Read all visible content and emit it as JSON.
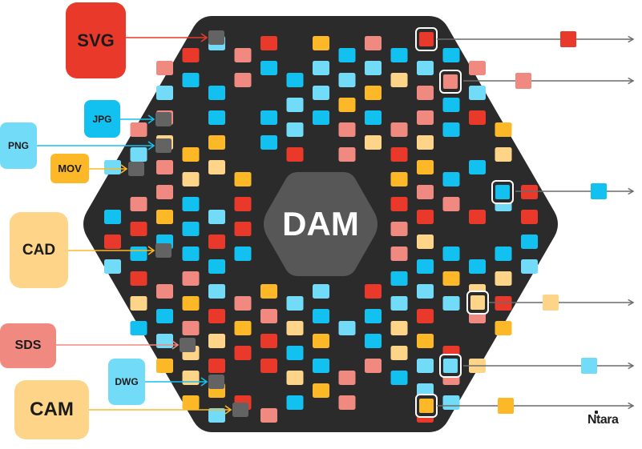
{
  "diagram": {
    "center_label": "DAM",
    "brand": "Ntara",
    "colors": {
      "hex_bg": "#2b2b2b",
      "center_hex": "#575757",
      "dot": "#636363",
      "red": "#e8392a",
      "salmon": "#f08a80",
      "blue": "#13c1f0",
      "light_blue": "#72dcf8",
      "yellow": "#fdb827",
      "cream": "#fed588",
      "output_arrow": "#6c6c6c"
    },
    "inputs": [
      {
        "label": "SVG",
        "color": "#e8392a",
        "line": "#e8392a"
      },
      {
        "label": "JPG",
        "color": "#13c1f0",
        "line": "#13c1f0"
      },
      {
        "label": "PNG",
        "color": "#72dcf8",
        "line": "#13c1f0"
      },
      {
        "label": "MOV",
        "color": "#fdb827",
        "line": "#fdb827"
      },
      {
        "label": "CAD",
        "color": "#fed588",
        "line": "#fdb827"
      },
      {
        "label": "SDS",
        "color": "#f08a80",
        "line": "#f08a80"
      },
      {
        "label": "DWG",
        "color": "#72dcf8",
        "line": "#13c1f0"
      },
      {
        "label": "CAM",
        "color": "#fed588",
        "line": "#fdb827"
      }
    ],
    "outputs": [
      {
        "color": "#e8392a"
      },
      {
        "color": "#f08a80"
      },
      {
        "color": "#13c1f0"
      },
      {
        "color": "#fed588"
      },
      {
        "color": "#72dcf8"
      },
      {
        "color": "#fdb827"
      }
    ]
  }
}
